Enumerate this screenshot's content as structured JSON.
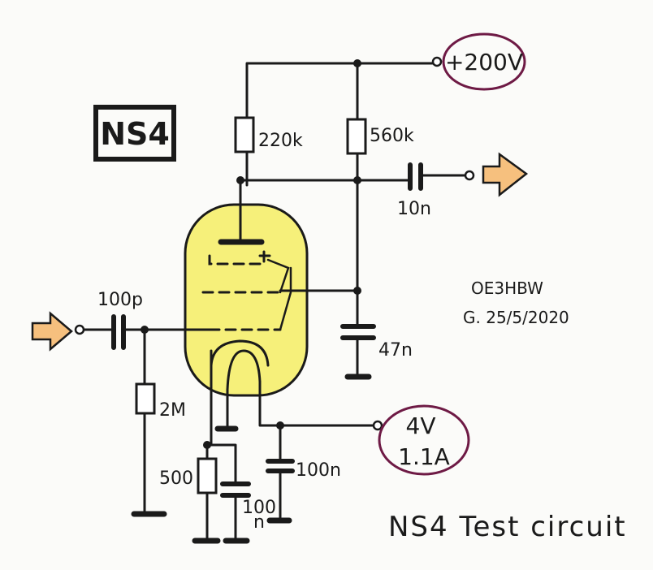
{
  "badge": "NS4",
  "labels": {
    "supply_voltage": "+200V",
    "r_anode": "220k",
    "r_screen": "560k",
    "c_output": "10n",
    "c_input": "100p",
    "r_grid": "2M",
    "c_screen": "47n",
    "r_cathode": "500",
    "c_cathode_top": "100",
    "c_cathode_bottom": "n",
    "c_heater": "100n",
    "heater_voltage": "4V",
    "heater_current": "1.1A"
  },
  "author": {
    "callsign": "OE3HBW",
    "date": "G. 25/5/2020"
  },
  "caption": "NS4 Test circuit",
  "colors": {
    "ink": "#1a1a1a",
    "tube_fill": "#f6f07a",
    "arrow_fill": "#f6c07e",
    "circle_stroke": "#6e1a45"
  }
}
